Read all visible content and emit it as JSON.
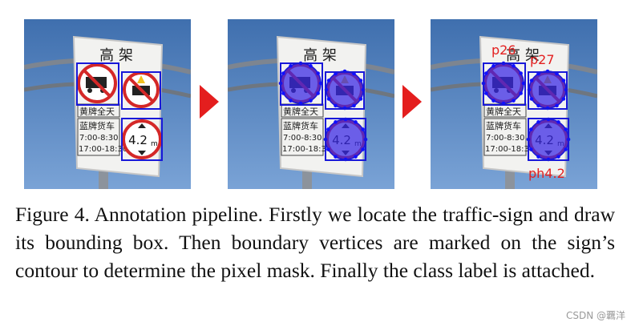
{
  "figure": {
    "caption": "Figure 4. Annotation pipeline. Firstly we locate the traffic-sign and draw its bounding box. Then boundary vertices are marked on the sign’s contour to determine the pixel mask. Finally the class label is attached.",
    "sign": {
      "header": "高 架",
      "line1": "黄牌全天",
      "line2": "蓝牌货车",
      "line3": "7:00-8:30",
      "line4": "17:00-18:30",
      "limit": "4.2",
      "limit_unit": "m"
    },
    "class_labels": [
      "p26",
      "p27",
      "ph4.2"
    ],
    "colors": {
      "sky": "#4a78b4",
      "box": "#1818d8",
      "mask": "#3a28e0",
      "vertex": "#1010ff",
      "label": "#e32020",
      "arrow": "#e41e1e",
      "prohibit": "#d42828"
    }
  },
  "watermark": "CSDN @覊洋"
}
